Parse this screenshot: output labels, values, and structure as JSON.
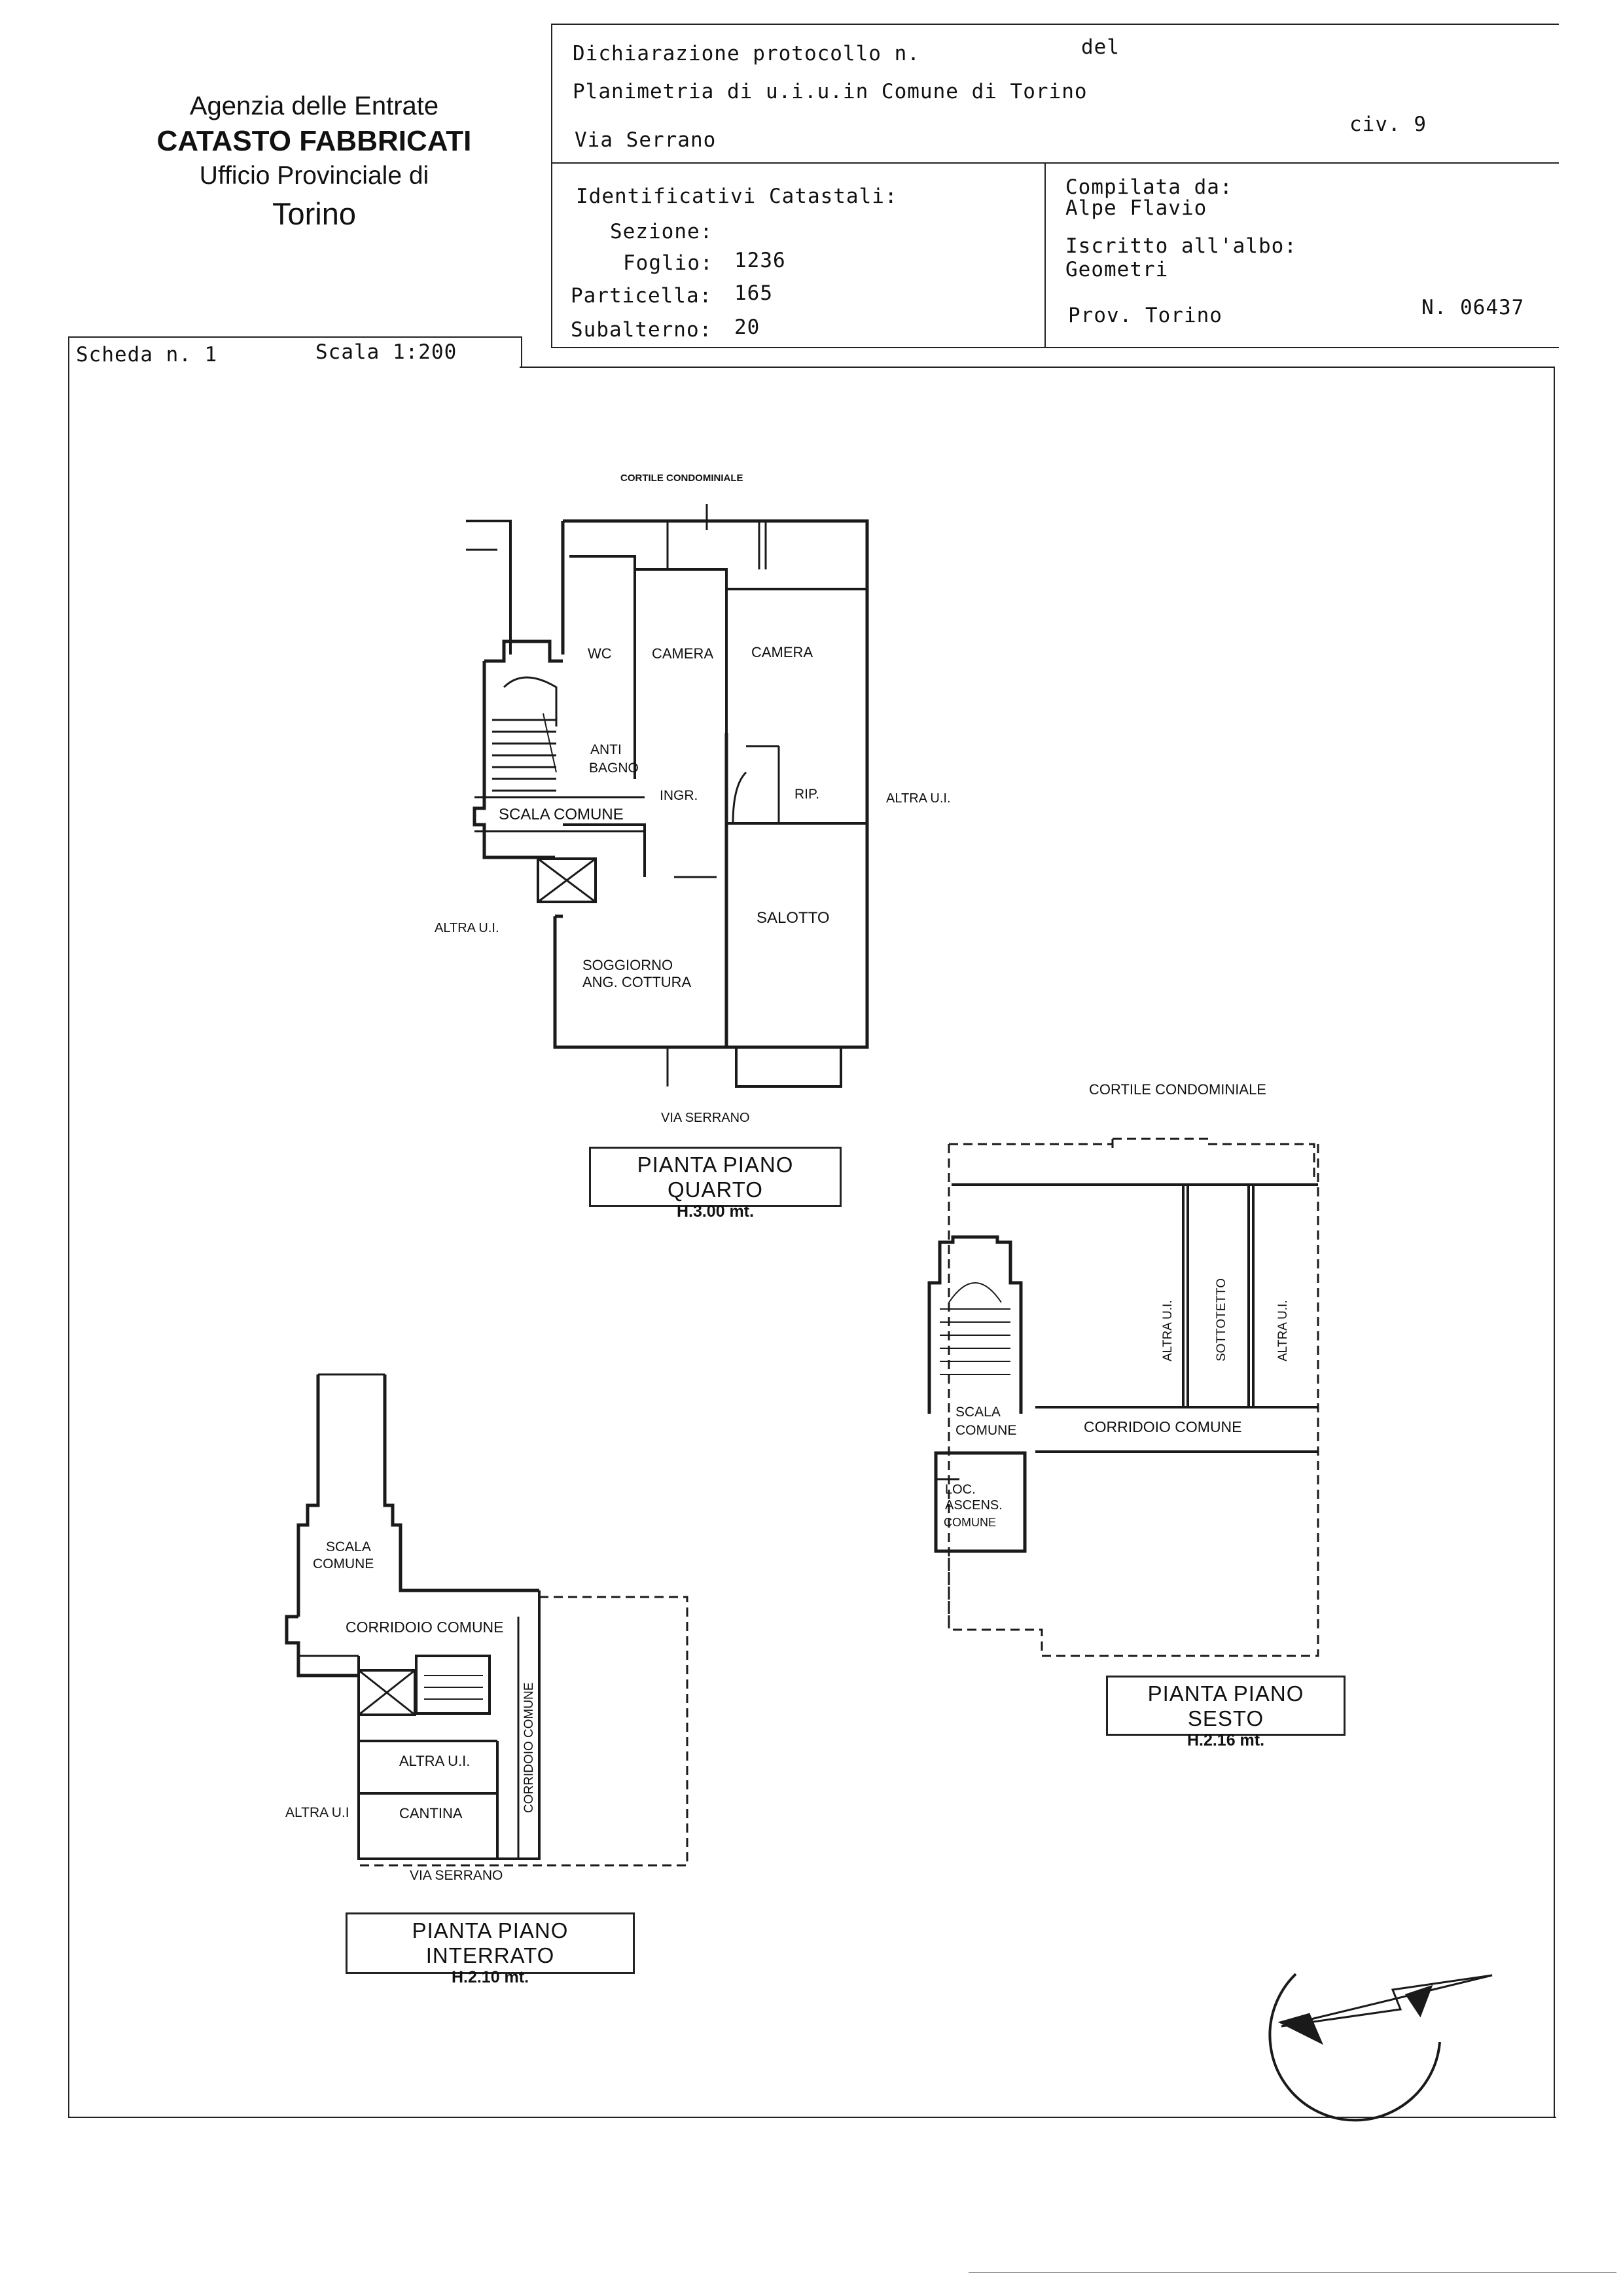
{
  "agency": {
    "line1": "Agenzia delle Entrate",
    "line2": "CATASTO FABBRICATI",
    "line3": "Ufficio Provinciale di",
    "line4": "Torino"
  },
  "header": {
    "protocol_label": "Dichiarazione protocollo n.",
    "del_label": "del",
    "planimetry_label": "Planimetria di u.i.u.in Comune di Torino",
    "address": "Via Serrano",
    "civ": "civ. 9"
  },
  "ids": {
    "title": "Identificativi Catastali:",
    "sezione_label": "Sezione:",
    "foglio_label": "Foglio:",
    "foglio_value": "1236",
    "particella_label": "Particella:",
    "particella_value": "165",
    "subalterno_label": "Subalterno:",
    "subalterno_value": "20"
  },
  "compiler": {
    "compilata_label": "Compilata da:",
    "name": "Alpe Flavio",
    "iscritto_label": "Iscritto all'albo:",
    "albo": "Geometri",
    "prov": "Prov. Torino",
    "number": "N. 06437"
  },
  "sheet": {
    "scheda": "Scheda n. 1",
    "scala": "Scala 1:200"
  },
  "plan_quarto": {
    "top_label": "CORTILE CONDOMINIALE",
    "rooms": {
      "wc": "WC",
      "camera1": "CAMERA",
      "camera2": "CAMERA",
      "anti1": "ANTI",
      "anti2": "BAGNO",
      "scala": "SCALA COMUNE",
      "ingr": "INGR.",
      "rip": "RIP.",
      "salotto": "SALOTTO",
      "soggiorno1": "SOGGIORNO",
      "soggiorno2": "ANG. COTTURA"
    },
    "right_label": "ALTRA U.I.",
    "left_label": "ALTRA U.I.",
    "bottom_label": "VIA SERRANO",
    "title": "PIANTA PIANO QUARTO",
    "height": "H.3.00 mt."
  },
  "plan_sesto": {
    "top_label": "CORTILE CONDOMINIALE",
    "altra1": "ALTRA U.I.",
    "sottotetto": "SOTTOTETTO",
    "altra2": "ALTRA U.I.",
    "scala1": "SCALA",
    "scala2": "COMUNE",
    "corridoio": "CORRIDOIO COMUNE",
    "loc1": "LOC.",
    "loc2": "ASCENS.",
    "loc3": "COMUNE",
    "title": "PIANTA PIANO SESTO",
    "height": "H.2.16 mt."
  },
  "plan_interrato": {
    "scala1": "SCALA",
    "scala2": "COMUNE",
    "corridoio": "CORRIDOIO COMUNE",
    "corridoio_v": "CORRIDOIO COMUNE",
    "altra_inner": "ALTRA U.I.",
    "altra_left": "ALTRA U.I",
    "cantina": "CANTINA",
    "bottom_label": "VIA SERRANO",
    "title": "PIANTA PIANO INTERRATO",
    "height": "H.2.10 mt."
  }
}
